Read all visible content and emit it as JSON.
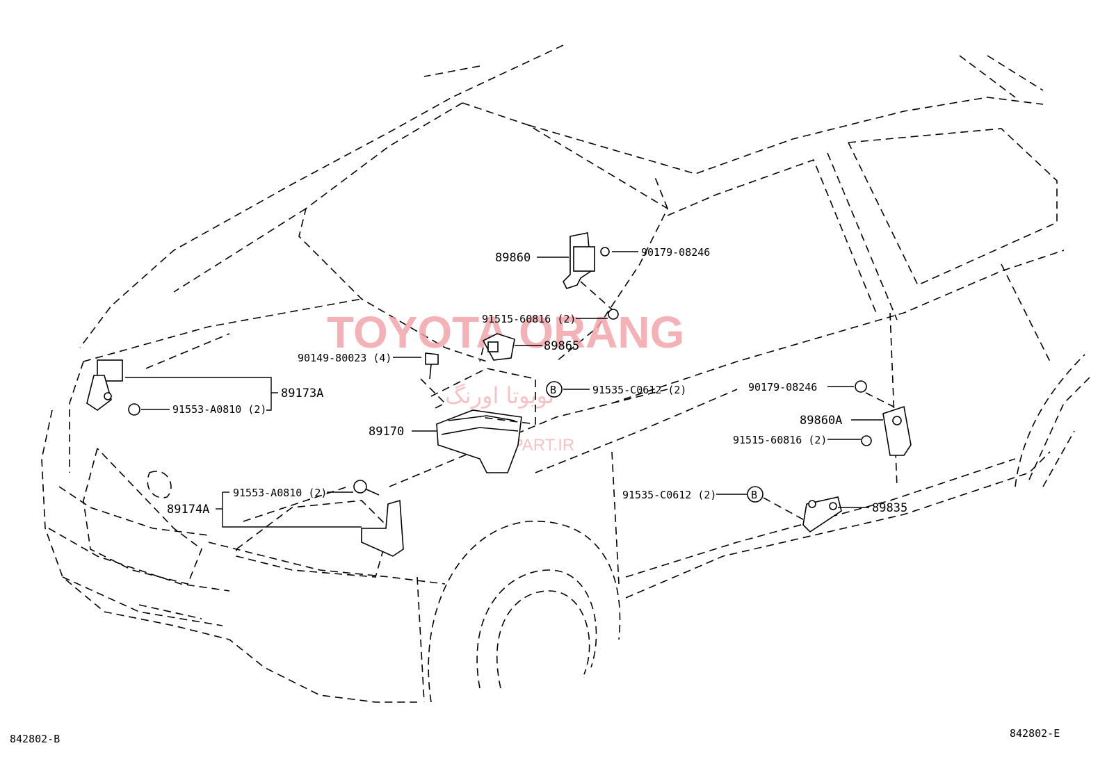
{
  "watermark": {
    "title": "TOYOTA ORANG",
    "persian": "تویوتا اورنگ",
    "site": "TOYOTAPART.IR"
  },
  "diagram_codes": {
    "left": "842802-B",
    "right": "842802-E"
  },
  "parts": {
    "p89860": "89860",
    "p90179_top": "90179-08246",
    "p91515_top": "91515-60816 (2)",
    "p89865": "89865",
    "p90149": "90149-80023 (4)",
    "p91535_top": "91535-C0612 (2)",
    "p89173A": "89173A",
    "p91553_top": "91553-A0810 (2)",
    "p89170": "89170",
    "p91553_bottom": "91553-A0810 (2)",
    "p89174A": "89174A",
    "p90179_right": "90179-08246",
    "p89860A": "89860A",
    "p91515_right": "91515-60816 (2)",
    "p91535_right": "91535-C0612 (2)",
    "p89835": "89835",
    "bolt_marker": "B"
  }
}
